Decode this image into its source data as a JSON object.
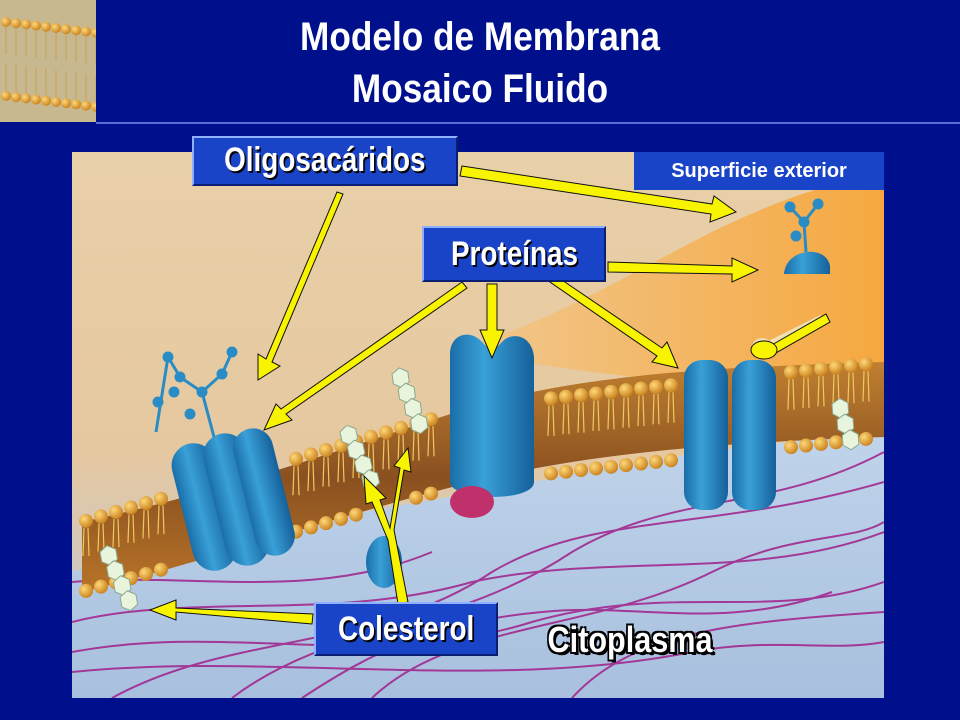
{
  "slide": {
    "title_line1": "Modelo de Membrana",
    "title_line2": "Mosaico Fluido"
  },
  "labels": {
    "oligosacaridos": "Oligosacáridos",
    "proteinas": "Proteínas",
    "colesterol": "Colesterol",
    "citoplasma": "Citoplasma",
    "superficie_exterior": "Superficie exterior"
  },
  "colors": {
    "background": "#000f8c",
    "label_box": "#1a44c8",
    "arrow": "#f8f400",
    "membrane_heads": "#e0a030",
    "protein": "#2a8cc4",
    "cytoskeleton": "#a0208a"
  }
}
